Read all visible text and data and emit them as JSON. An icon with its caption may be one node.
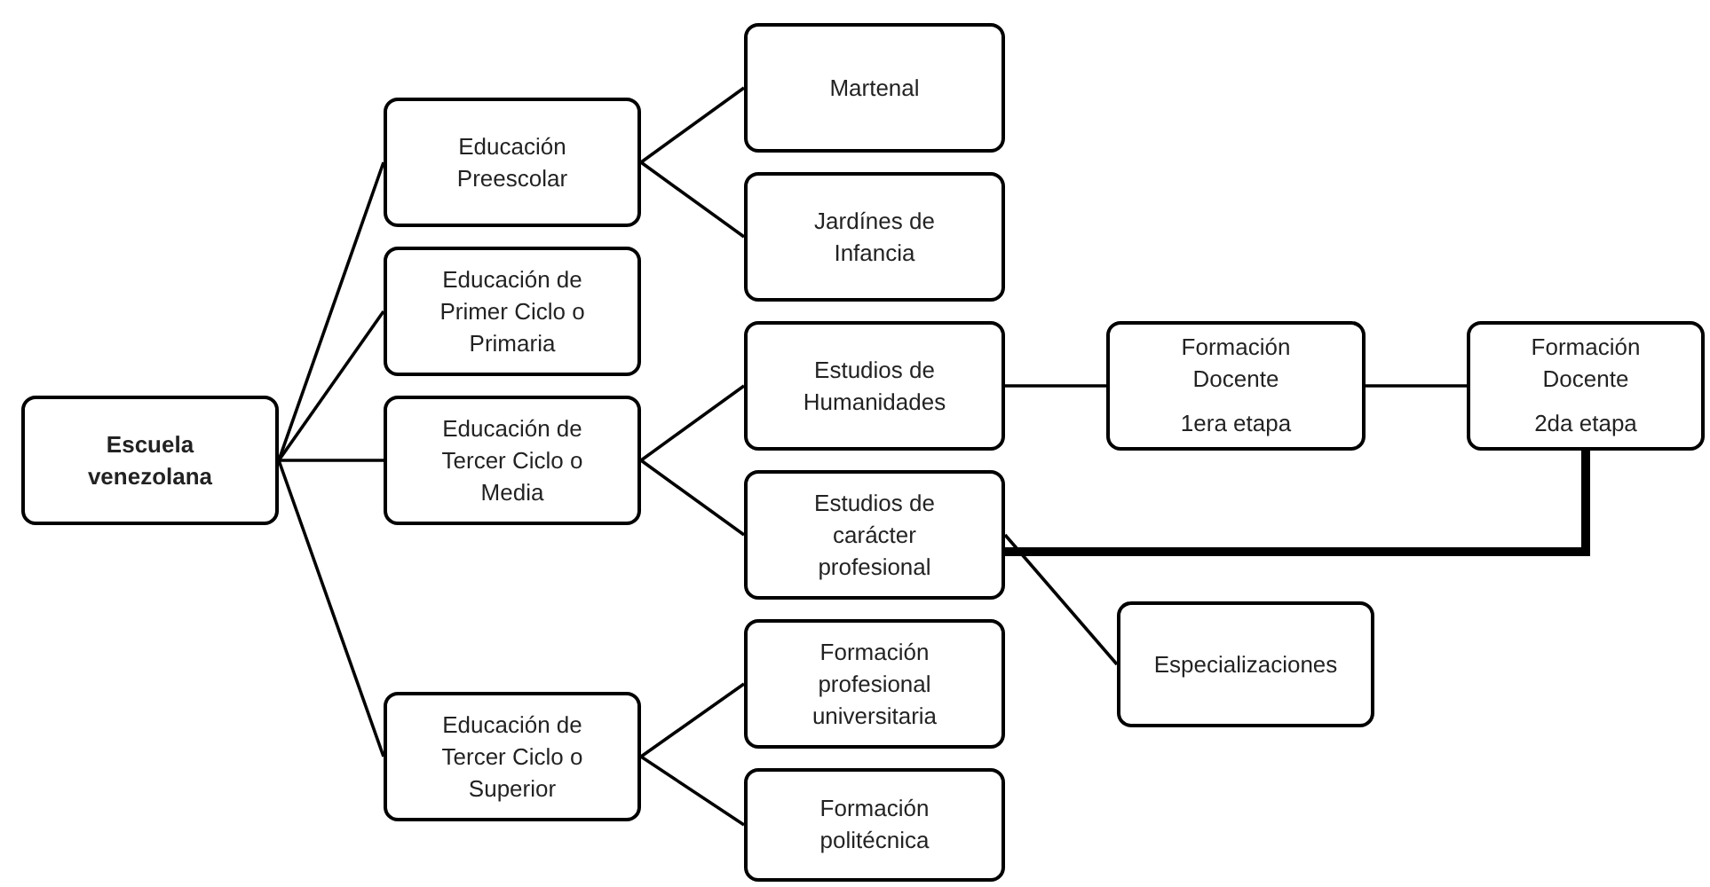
{
  "diagram": {
    "nodes": [
      {
        "text": [
          "Escuela venezolana"
        ]
      },
      {
        "text": [
          "Educación Preescolar"
        ]
      },
      {
        "text": [
          "Educación de Primer Ciclo o Primaria"
        ]
      },
      {
        "text": [
          "Educación de Tercer Ciclo o Media"
        ]
      },
      {
        "text": [
          "Educación de Tercer Ciclo o Superior"
        ]
      },
      {
        "text": [
          "Martenal"
        ]
      },
      {
        "text": [
          "Jardínes de Infancia"
        ]
      },
      {
        "text": [
          "Estudios de Humanidades"
        ]
      },
      {
        "text": [
          "Estudios de carácter profesional"
        ]
      },
      {
        "text": [
          "Formación profesional universitaria"
        ]
      },
      {
        "text": [
          "Formación politécnica"
        ]
      },
      {
        "text": [
          "Formación Docente",
          "1era etapa"
        ]
      },
      {
        "text": [
          "Formación Docente",
          "2da etapa"
        ]
      },
      {
        "text": [
          "Especializaciones"
        ]
      }
    ],
    "edges": [
      {
        "from": 0,
        "to": 1,
        "arrow": "none"
      },
      {
        "from": 0,
        "to": 2,
        "arrow": "none"
      },
      {
        "from": 0,
        "to": 3,
        "arrow": "none"
      },
      {
        "from": 0,
        "to": 4,
        "arrow": "none"
      },
      {
        "from": 1,
        "to": 5,
        "arrow": "none"
      },
      {
        "from": 1,
        "to": 6,
        "arrow": "none"
      },
      {
        "from": 3,
        "to": 7,
        "arrow": "none"
      },
      {
        "from": 3,
        "to": 8,
        "arrow": "none"
      },
      {
        "from": 4,
        "to": 9,
        "arrow": "none"
      },
      {
        "from": 4,
        "to": 10,
        "arrow": "none"
      },
      {
        "from": 7,
        "to": 11,
        "arrow": "none"
      },
      {
        "from": 11,
        "to": 12,
        "arrow": "none"
      },
      {
        "from": 12,
        "to": 8,
        "arrow": "none",
        "style": "thick"
      },
      {
        "from": 8,
        "to": 13,
        "arrow": "none"
      }
    ]
  }
}
